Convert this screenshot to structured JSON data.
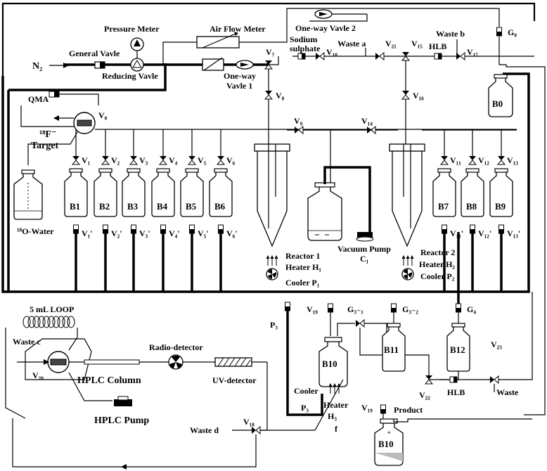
{
  "labels": {
    "pressure_meter": "Pressure Meter",
    "air_flow_meter": "Air Flow Meter",
    "one_way_valve_2": "One-way Vavle 2",
    "g0": "G₀",
    "n2": "N₂",
    "general_valve": "General Vavle",
    "reducing_valve": "Reducing Vavle",
    "one_way_valve_1_a": "One-way",
    "one_way_valve_1_b": "Vavle 1",
    "sodium_a": "Sodium",
    "sodium_b": "sulphate",
    "waste_a": "Waste a",
    "waste_b": "Waste b",
    "hlb_top": "HLB",
    "qma": "QMA",
    "v0": "V₀",
    "f18_target_a": "¹⁸F⁻",
    "f18_target_b": "Target",
    "o18_water": "¹⁸O-Water",
    "reactor1": "Reactor 1",
    "heater_h1": "Heater H₁",
    "cooler_p1": "Cooler P₁",
    "vacuum_pump": "Vacuum Pump",
    "c1": "C₁",
    "reactor2": "Reactor 2",
    "heater_h2": "Heater H₂",
    "cooler_p2": "Cooler P₂",
    "loop": "5 mL LOOP",
    "waste_c": "Waste c",
    "radio_detector": "Radio-detector",
    "hplc_column": "HPLC Column",
    "uv_detector": "UV-detector",
    "v20": "V₂₀",
    "hplc_pump": "HPLC Pump",
    "waste_d": "Waste d",
    "v18": "V₁₈",
    "f": "f",
    "p3_line": "P₃",
    "v19_top": "V₁₉",
    "g3_1": "G₃₋₁",
    "g3_2": "G₃₋₂",
    "g4": "G₄",
    "cooler_b10": "Cooler",
    "p3_b10": "P₃",
    "heater_h3_a": "Heater",
    "heater_h3_b": "H₃",
    "v23": "V₂₃",
    "v22": "V₂₂",
    "hlb_bottom": "HLB",
    "waste_bottom": "Waste",
    "v19_bottom": "V₁₉",
    "product": "Product"
  },
  "valves_top": {
    "v7": "V₇",
    "v8": "V₈",
    "v9": "V₉",
    "v10": "V₁₀",
    "v14": "V₁₄",
    "v15": "V₁₅",
    "v16": "V₁₆",
    "v17": "V₁₇",
    "v21": "V₂₁"
  },
  "left_valves": [
    "V₁",
    "V₂",
    "V₃",
    "V₄",
    "V₅",
    "V₆"
  ],
  "left_bottles": [
    "B1",
    "B2",
    "B3",
    "B4",
    "B5",
    "B6"
  ],
  "left_outlets": [
    "V₁'",
    "V₂'",
    "V₃'",
    "V₄'",
    "V₅'",
    "V₆'"
  ],
  "right_valves": [
    "V₁₁",
    "V₁₂",
    "V₁₃"
  ],
  "right_bottles": [
    "B7",
    "B8",
    "B9"
  ],
  "right_outlets": [
    "V₁₁'",
    "V₁₂'",
    "V₁₃'"
  ],
  "other_bottles": {
    "b0": "B0",
    "b10": "B10",
    "b11": "B11",
    "b12": "B12",
    "b10_product": "B10"
  }
}
